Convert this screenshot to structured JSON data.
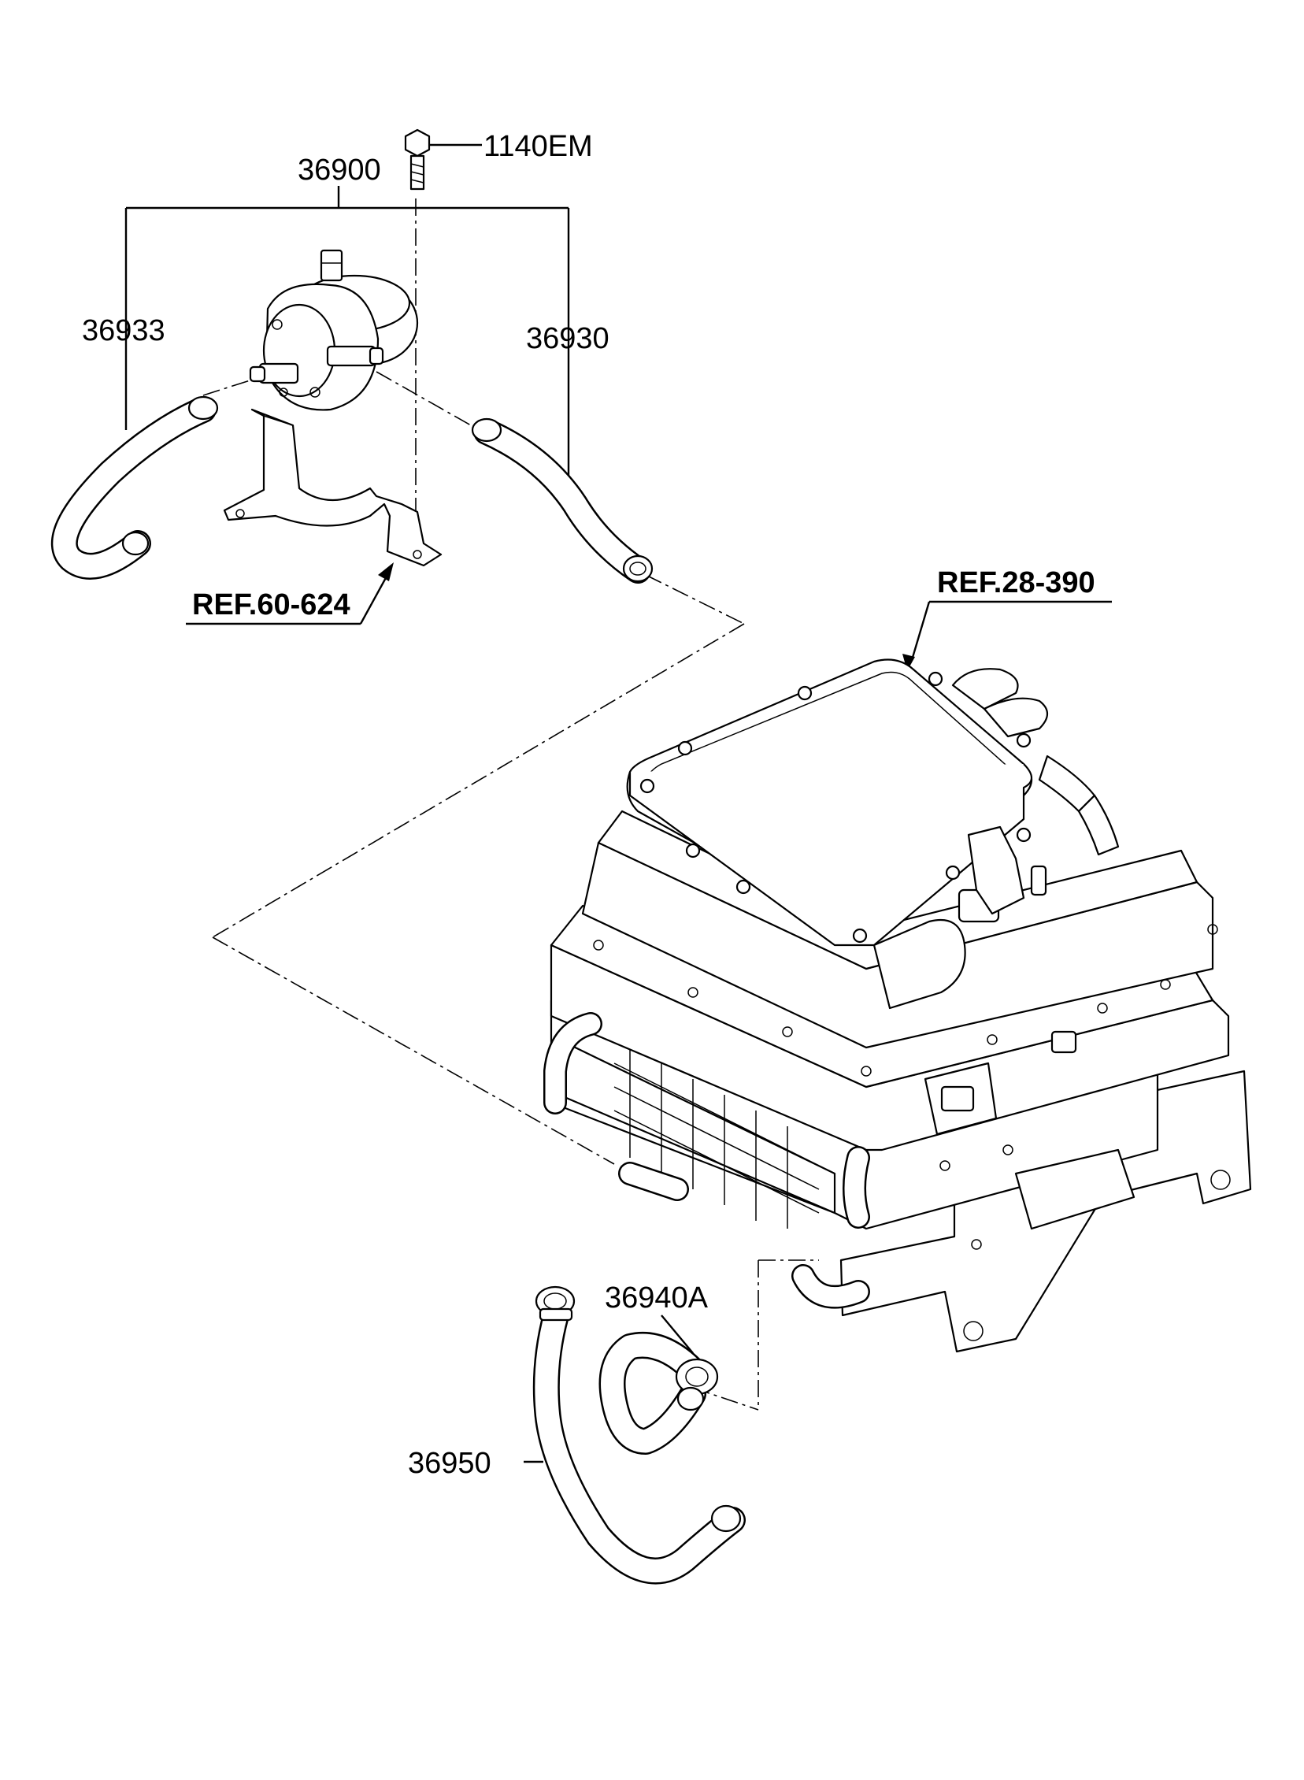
{
  "labels": {
    "p36900": "36900",
    "p1140em": "1140EM",
    "p36933": "36933",
    "p36930": "36930",
    "ref60": "REF.60-624",
    "ref28": "REF.28-390",
    "p36940a": "36940A",
    "p36950": "36950"
  }
}
